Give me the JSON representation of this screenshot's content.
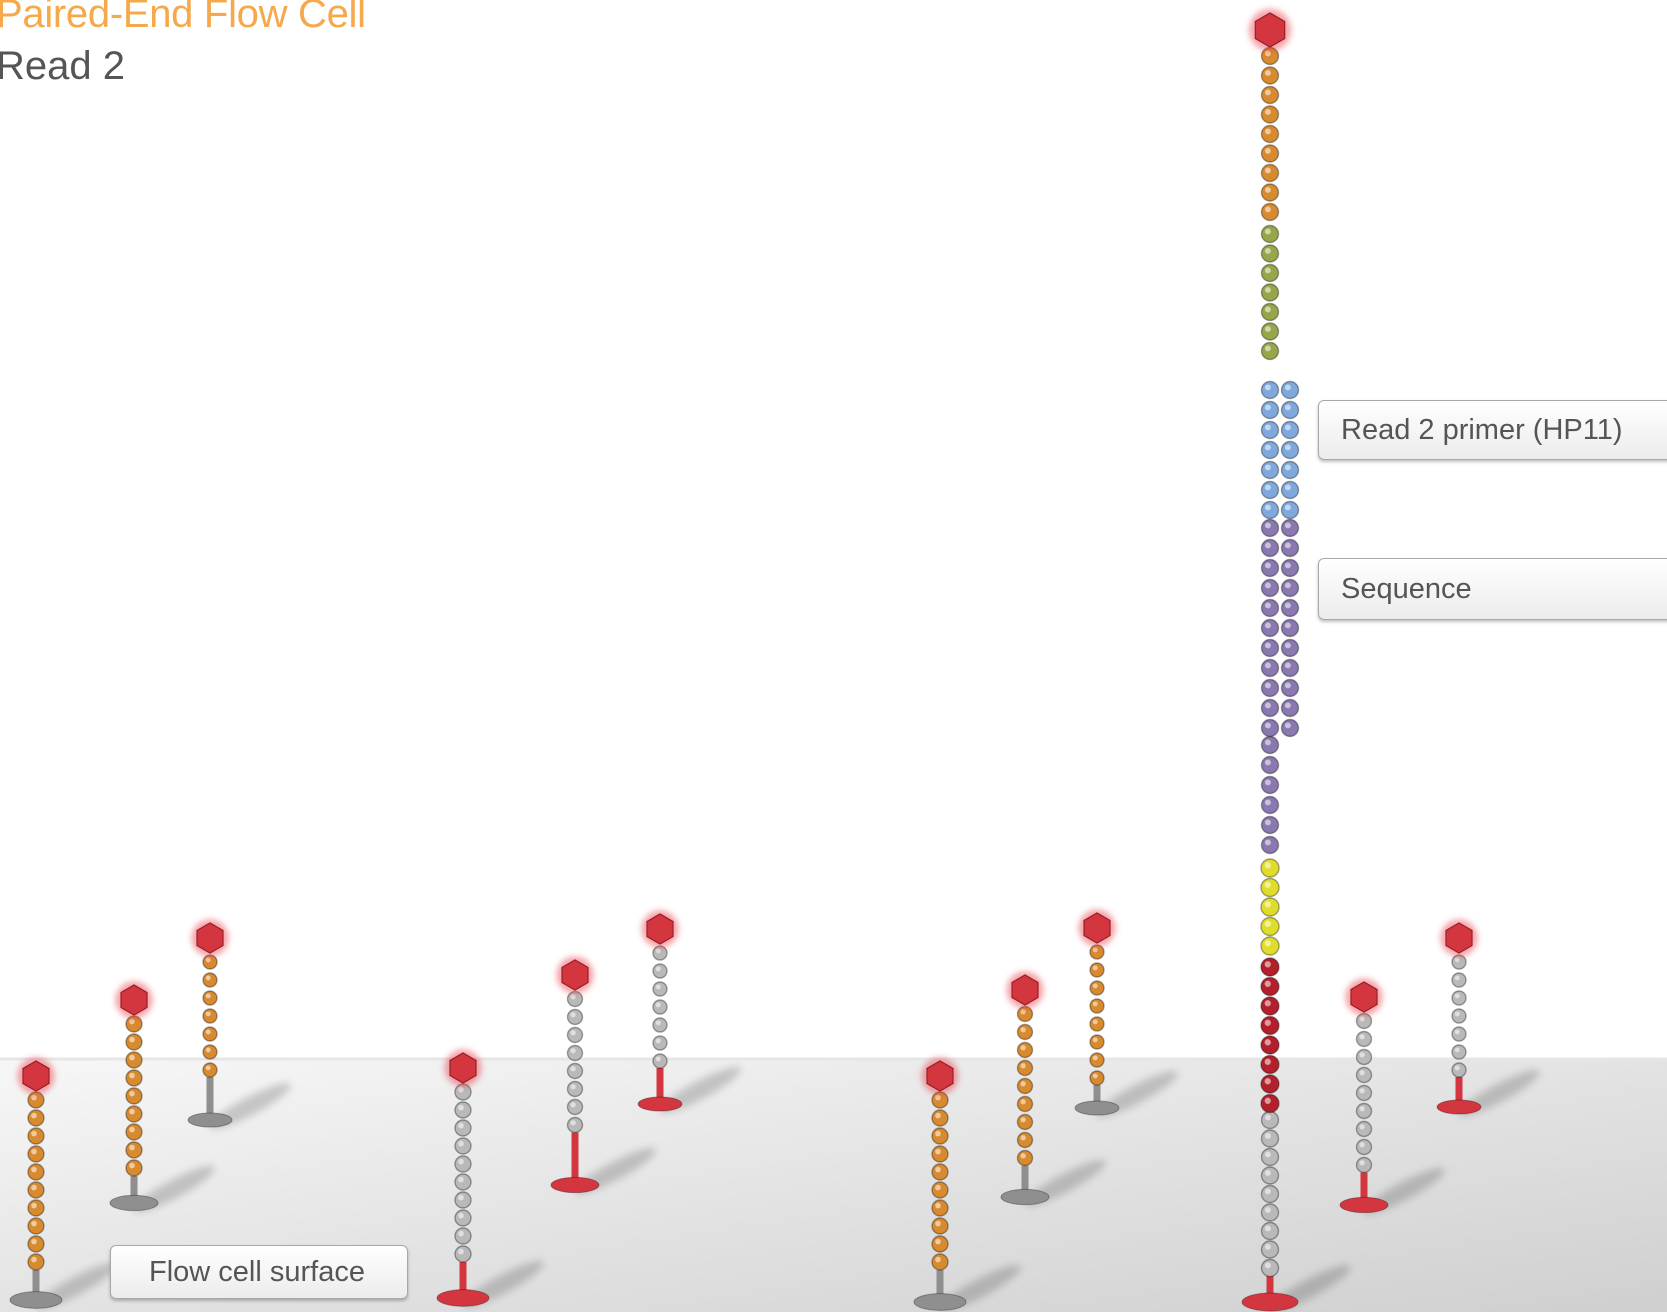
{
  "header": {
    "title": "Paired-End Flow Cell",
    "subtitle": "Read 2"
  },
  "labels": {
    "primer": "Read 2 primer (HP11)",
    "sequence": "Sequence",
    "surface": "Flow cell surface"
  },
  "colors": {
    "title": "#f5a94a",
    "orange_bead": "#d88a2f",
    "gray_bead": "#b9b9b9",
    "olive_bead": "#98a64a",
    "blue_bead": "#7fa8dc",
    "purple_bead": "#8a78b0",
    "yellow_bead": "#e0dd2a",
    "dark_red_bead": "#b3202c",
    "cap_red": "#d4363f",
    "surface_gray": "#dcdcdc"
  }
}
